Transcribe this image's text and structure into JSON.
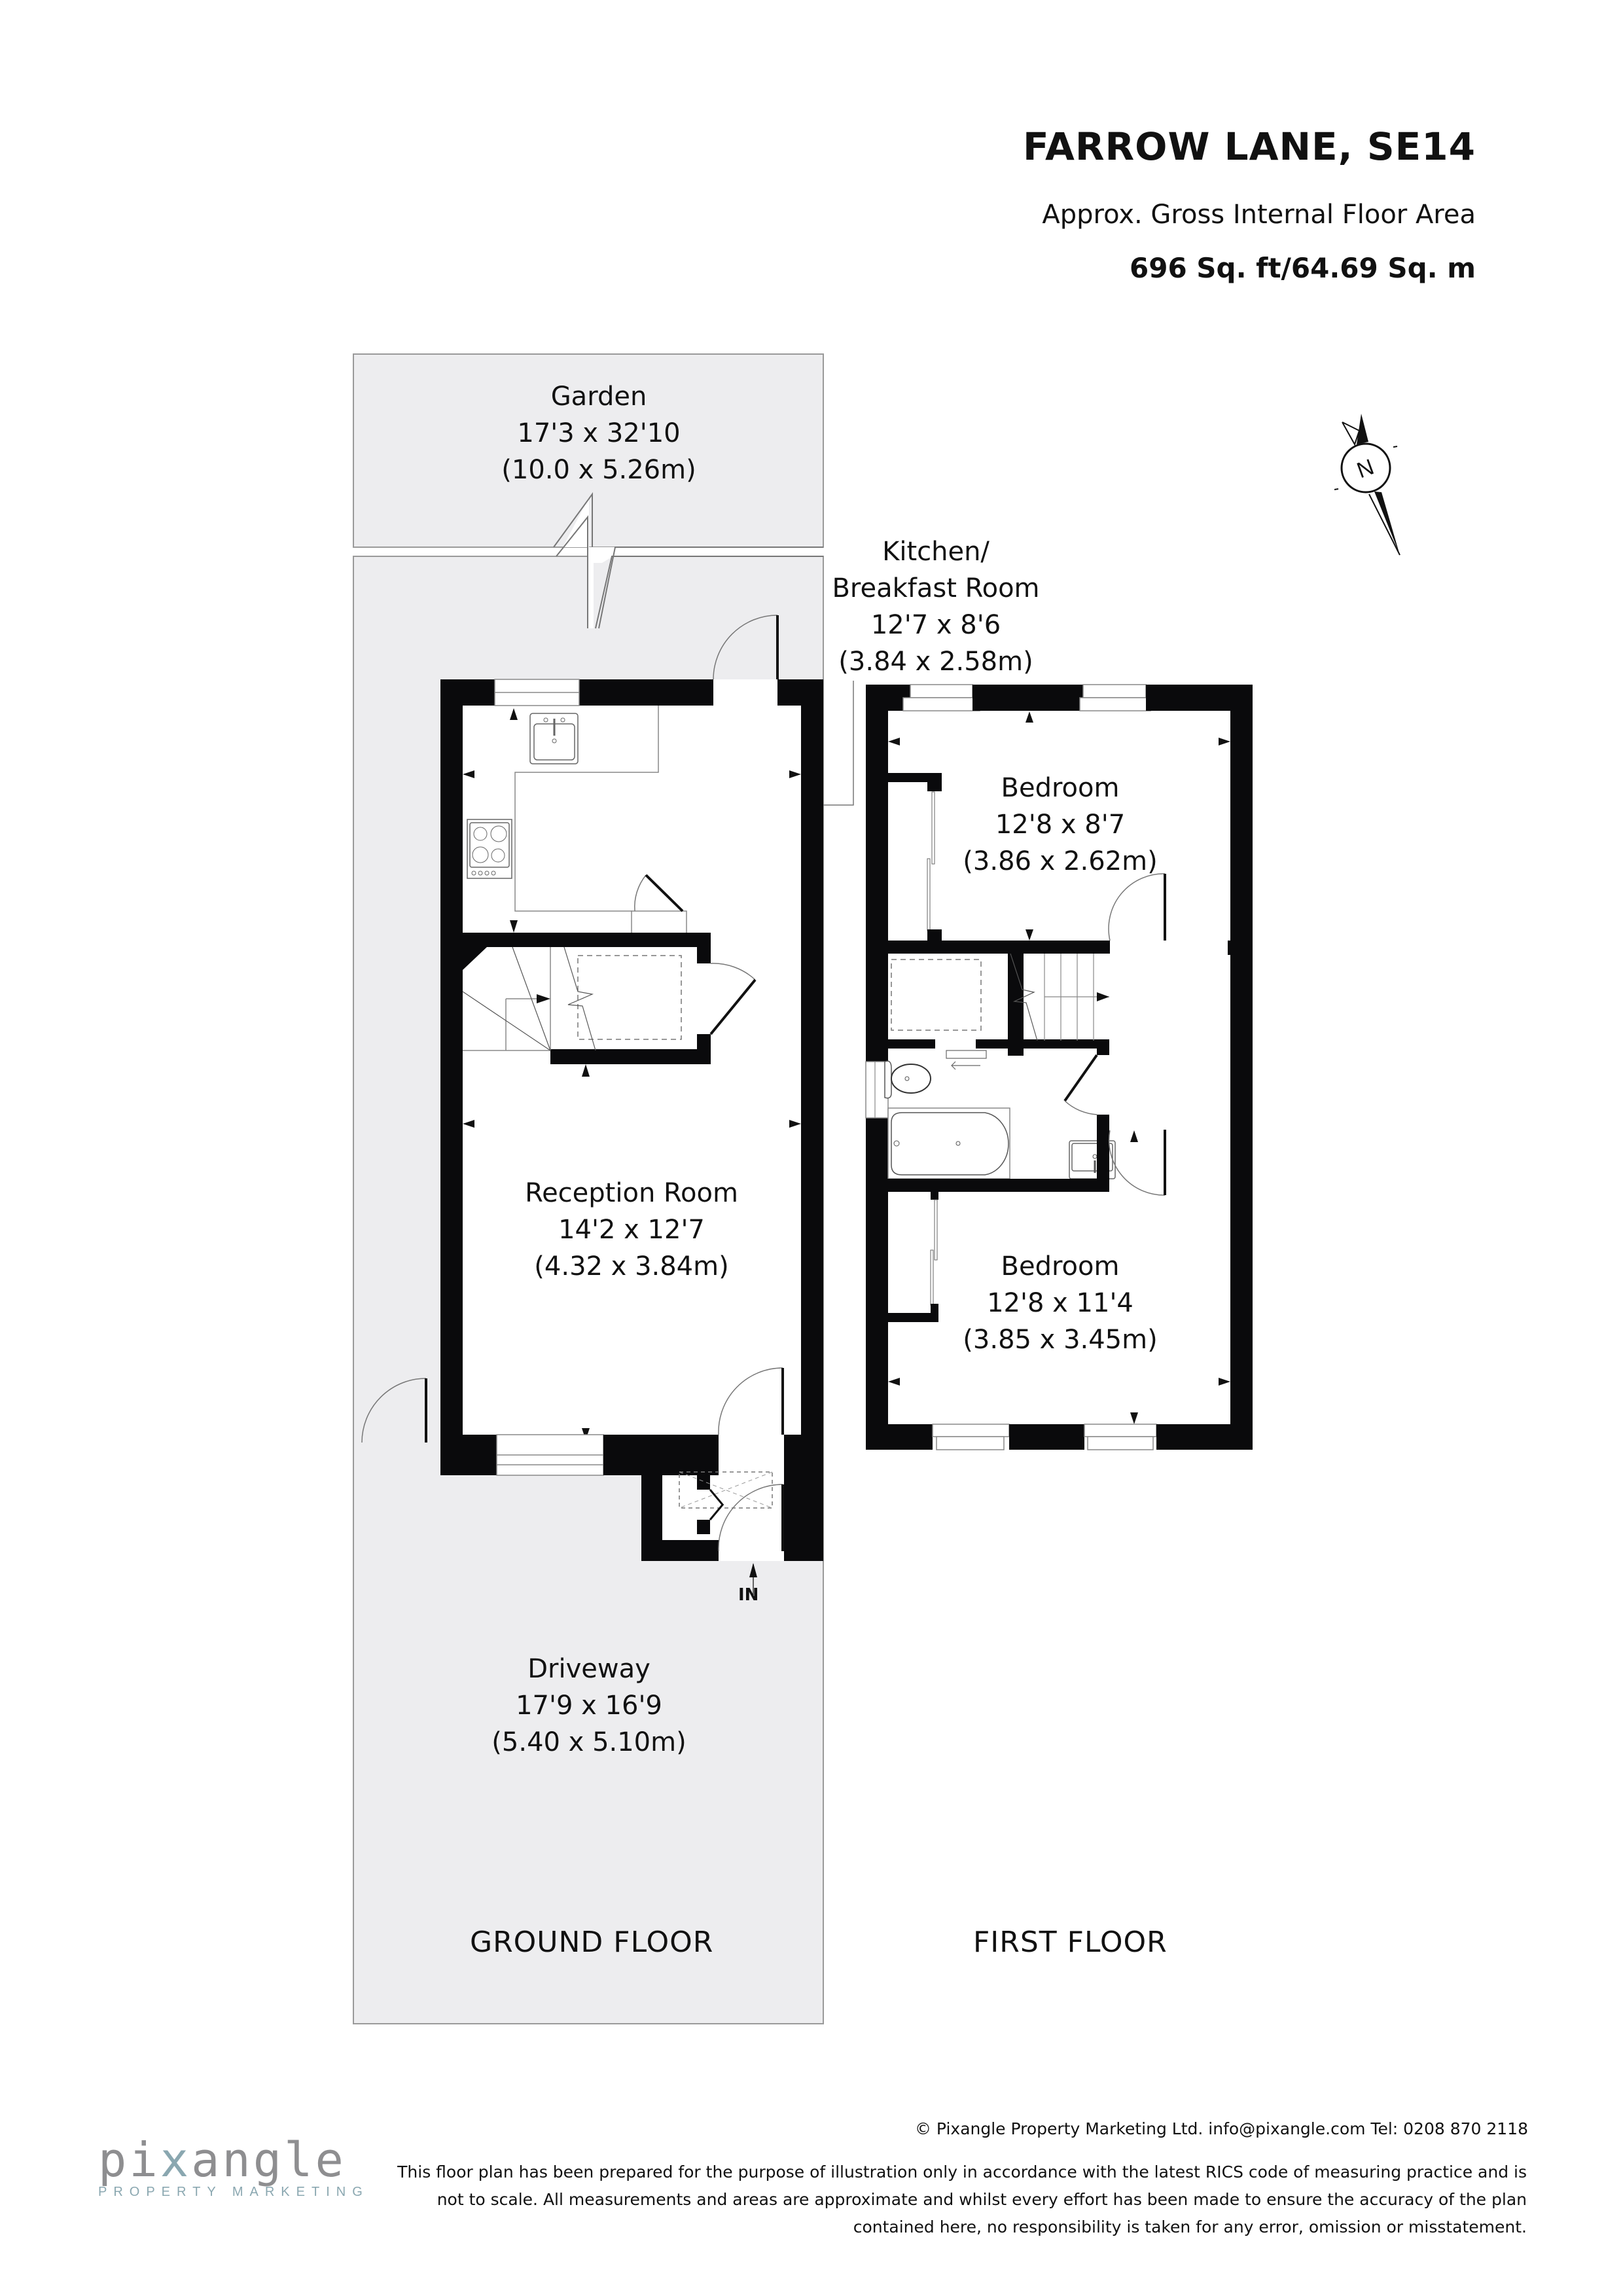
{
  "header": {
    "title": "FARROW LANE, SE14",
    "subtitle": "Approx. Gross Internal Floor Area",
    "area": "696 Sq. ft/64.69 Sq. m"
  },
  "rooms": {
    "garden": {
      "name": "Garden",
      "imperial": "17'3 x 32'10",
      "metric": "(10.0 x 5.26m)"
    },
    "kitchen": {
      "name_line1": "Kitchen/",
      "name_line2": "Breakfast Room",
      "imperial": "12'7 x 8'6",
      "metric": "(3.84 x 2.58m)"
    },
    "reception": {
      "name": "Reception Room",
      "imperial": "14'2 x 12'7",
      "metric": "(4.32 x 3.84m)"
    },
    "driveway": {
      "name": "Driveway",
      "imperial": "17'9 x 16'9",
      "metric": "(5.40 x 5.10m)"
    },
    "bedroom1": {
      "name": "Bedroom",
      "imperial": "12'8 x 8'7",
      "metric": "(3.86 x 2.62m)"
    },
    "bedroom2": {
      "name": "Bedroom",
      "imperial": "12'8 x 11'4",
      "metric": "(3.85 x 3.45m)"
    }
  },
  "entrance_label": "IN",
  "compass": {
    "label": "N",
    "icon": "north-arrow-icon"
  },
  "floors": {
    "ground": "GROUND FLOOR",
    "first": "FIRST FLOOR"
  },
  "footer": {
    "copyright": "© Pixangle Property Marketing Ltd. info@pixangle.com Tel: 0208 870 2118",
    "disclaimer_line1": "This floor plan has been prepared for the purpose of illustration only in accordance with the latest RICS code of measuring practice and is",
    "disclaimer_line2": "not to scale. All measurements and areas are approximate and whilst every effort has been made to ensure the accuracy of the plan",
    "disclaimer_line3": "contained here, no responsibility is taken for any error, omission or misstatement."
  },
  "logo": {
    "word_pre": "pi",
    "word_x": "x",
    "word_post": "angle",
    "tagline": "PROPERTY MARKETING"
  },
  "colors": {
    "outdoor_fill": "#ededef",
    "wall": "#0a0a0c",
    "logo_grey": "#8e8e90",
    "logo_teal": "#8aa7b0"
  }
}
